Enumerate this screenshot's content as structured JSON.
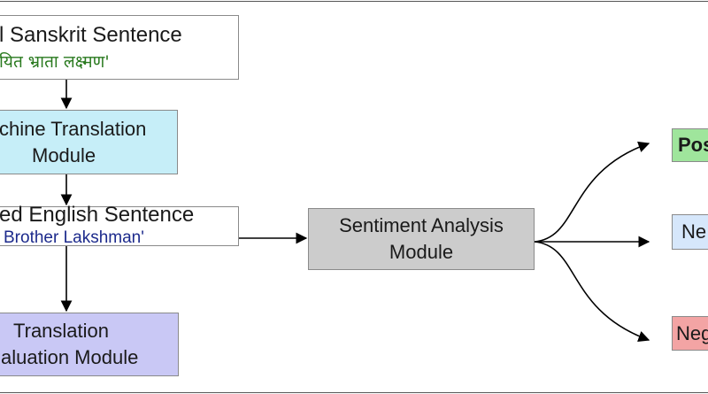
{
  "diagram": {
    "input_box": {
      "title": "l Sanskrit Sentence",
      "example": "यित भ्राता लक्ष्मण'"
    },
    "mt_box": {
      "line1": "chine Translation",
      "line2": "Module"
    },
    "translated_box": {
      "title": "ed English Sentence",
      "example": "Brother Lakshman'"
    },
    "eval_box": {
      "line1": "Translation",
      "line2": "aluation Module"
    },
    "sentiment_box": {
      "line1": "Sentiment Analysis",
      "line2": "Module"
    },
    "outputs": {
      "positive": "Pos",
      "neutral": "Ne",
      "negative": "Neg"
    }
  },
  "colors": {
    "white_box": "#ffffff",
    "mt_box": "#c6eef8",
    "eval_box": "#c9c8f5",
    "sentiment_box": "#cccccc",
    "positive": "#9fe59c",
    "neutral": "#d6e7fb",
    "negative": "#f3a4a4",
    "green_text": "#2a7a1f",
    "blue_text": "#1c2a8c"
  }
}
